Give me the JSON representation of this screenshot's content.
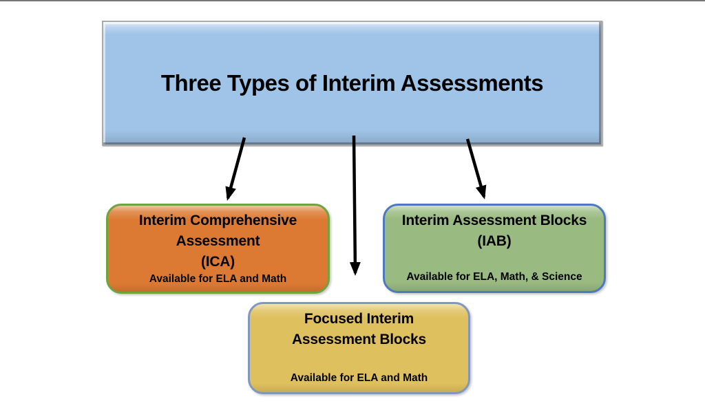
{
  "page": {
    "background": "#ffffff",
    "top_edge_color": "#4a4a4a"
  },
  "header": {
    "title": "Three Types of Interim Assessments",
    "fill": "#a0c4e8",
    "border_color": "#a9a9a9",
    "text_color": "#000000"
  },
  "nodes": [
    {
      "id": "ica",
      "title_lines": [
        "Interim Comprehensive",
        "Assessment",
        "(ICA)"
      ],
      "subtitle": "Available for ELA and Math",
      "fill": "#dc7a33",
      "border_color": "#6fa33c",
      "text_color": "#000000"
    },
    {
      "id": "iab",
      "title_lines": [
        "Interim Assessment Blocks",
        "(IAB)"
      ],
      "subtitle": "Available for ELA, Math, & Science",
      "fill": "#99ba80",
      "border_color": "#4d7abc",
      "text_color": "#000000"
    },
    {
      "id": "fiab",
      "title_lines": [
        "Focused Interim",
        "Assessment Blocks"
      ],
      "subtitle": "Available for ELA and Math",
      "fill": "#dfc05e",
      "border_color": "#8297bd",
      "text_color": "#000000"
    }
  ],
  "arrows": {
    "color": "#000000"
  }
}
